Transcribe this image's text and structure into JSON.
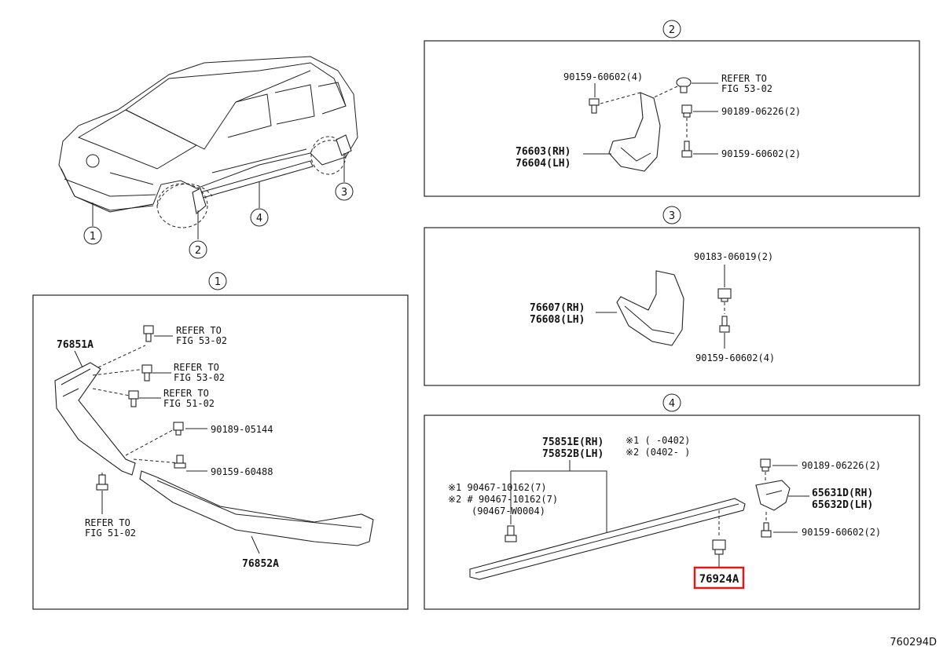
{
  "drawing_code": "760294D",
  "overview": {
    "callouts": [
      "1",
      "2",
      "3",
      "4"
    ]
  },
  "panel1": {
    "label": "1",
    "parts": {
      "lower_spoiler": "76851A",
      "front_spoiler": "76852A",
      "refer_a_1": "REFER TO",
      "refer_a_2": "FIG 53-02",
      "refer_b_1": "REFER TO",
      "refer_b_2": "FIG 53-02",
      "refer_c_1": "REFER TO",
      "refer_c_2": "FIG 51-02",
      "refer_d_1": "REFER TO",
      "refer_d_2": "FIG 51-02",
      "clip": "90189-05144",
      "screw": "90159-60488"
    }
  },
  "panel2": {
    "label": "2",
    "parts": {
      "screw_top": "90159-60602(4)",
      "refer_1": "REFER TO",
      "refer_2": "FIG 53-02",
      "nut": "90189-06226(2)",
      "screw_bottom": "90159-60602(2)",
      "mudguard_rh": "76603(RH)",
      "mudguard_lh": "76604(LH)"
    }
  },
  "panel3": {
    "label": "3",
    "parts": {
      "nut": "90183-06019(2)",
      "mudguard_rh": "76607(RH)",
      "mudguard_lh": "76608(LH)",
      "screw": "90159-60602(4)"
    }
  },
  "panel4": {
    "label": "4",
    "parts": {
      "moulding_rh": "75851E(RH)",
      "moulding_lh": "75852B(LH)",
      "note1": "※1 (     -0402)",
      "note2": "※2 (0402-     )",
      "clip1": "※1  90467-10162(7)",
      "clip2": "※2 # 90467-10162(7)",
      "clip3": "(90467-W0004)",
      "nut": "90189-06226(2)",
      "guard_rh": "65631D(RH)",
      "guard_lh": "65632D(LH)",
      "screw": "90159-60602(2)",
      "highlighted": "76924A"
    }
  },
  "colors": {
    "line": "#222222",
    "highlight": "#e01818",
    "background": "#ffffff"
  }
}
